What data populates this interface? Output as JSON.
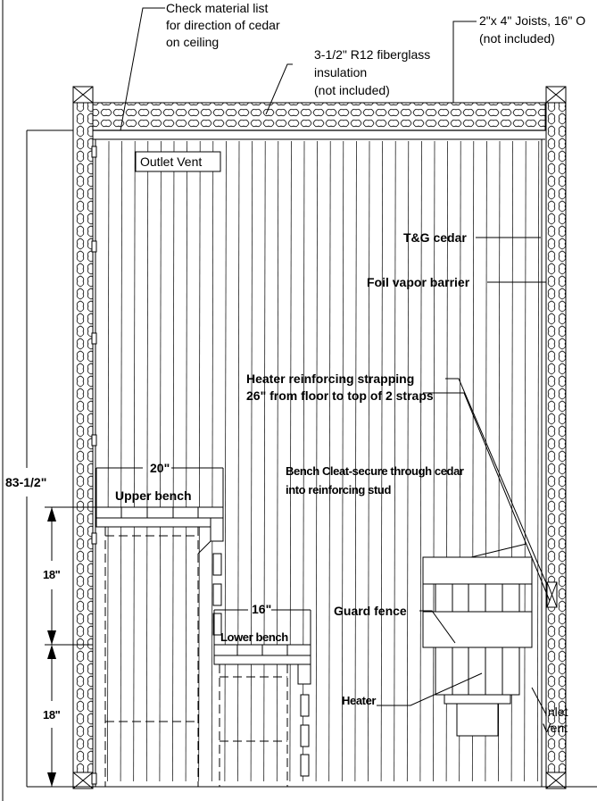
{
  "diagram": {
    "labels": {
      "material_list": [
        "Check material list",
        "for  direction of cedar",
        "on ceiling"
      ],
      "joists": [
        "2\"x 4\" Joists, 16\" O",
        "(not included)"
      ],
      "insulation": [
        "3-1/2\" R12 fiberglass",
        "insulation",
        "(not included)"
      ],
      "outlet_vent": "Outlet Vent",
      "tg_cedar": "T&G cedar",
      "foil_barrier": "Foil vapor barrier",
      "heater_strapping": [
        "Heater reinforcing strapping",
        "26\" from floor to top of 2 straps"
      ],
      "bench_cleat": [
        "Bench Cleat-secure through cedar",
        "into reinforcing stud"
      ],
      "upper_bench": "Upper bench",
      "upper_bench_width": "20\"",
      "lower_bench": "Lower bench",
      "lower_bench_width": "16\"",
      "guard_fence": "Guard fence",
      "heater": "Heater",
      "inlet_vent": [
        "Inlet",
        "Vent"
      ],
      "total_height": "83-1/2\"",
      "upper_bench_height": "18\"",
      "lower_bench_height": "18\""
    }
  }
}
